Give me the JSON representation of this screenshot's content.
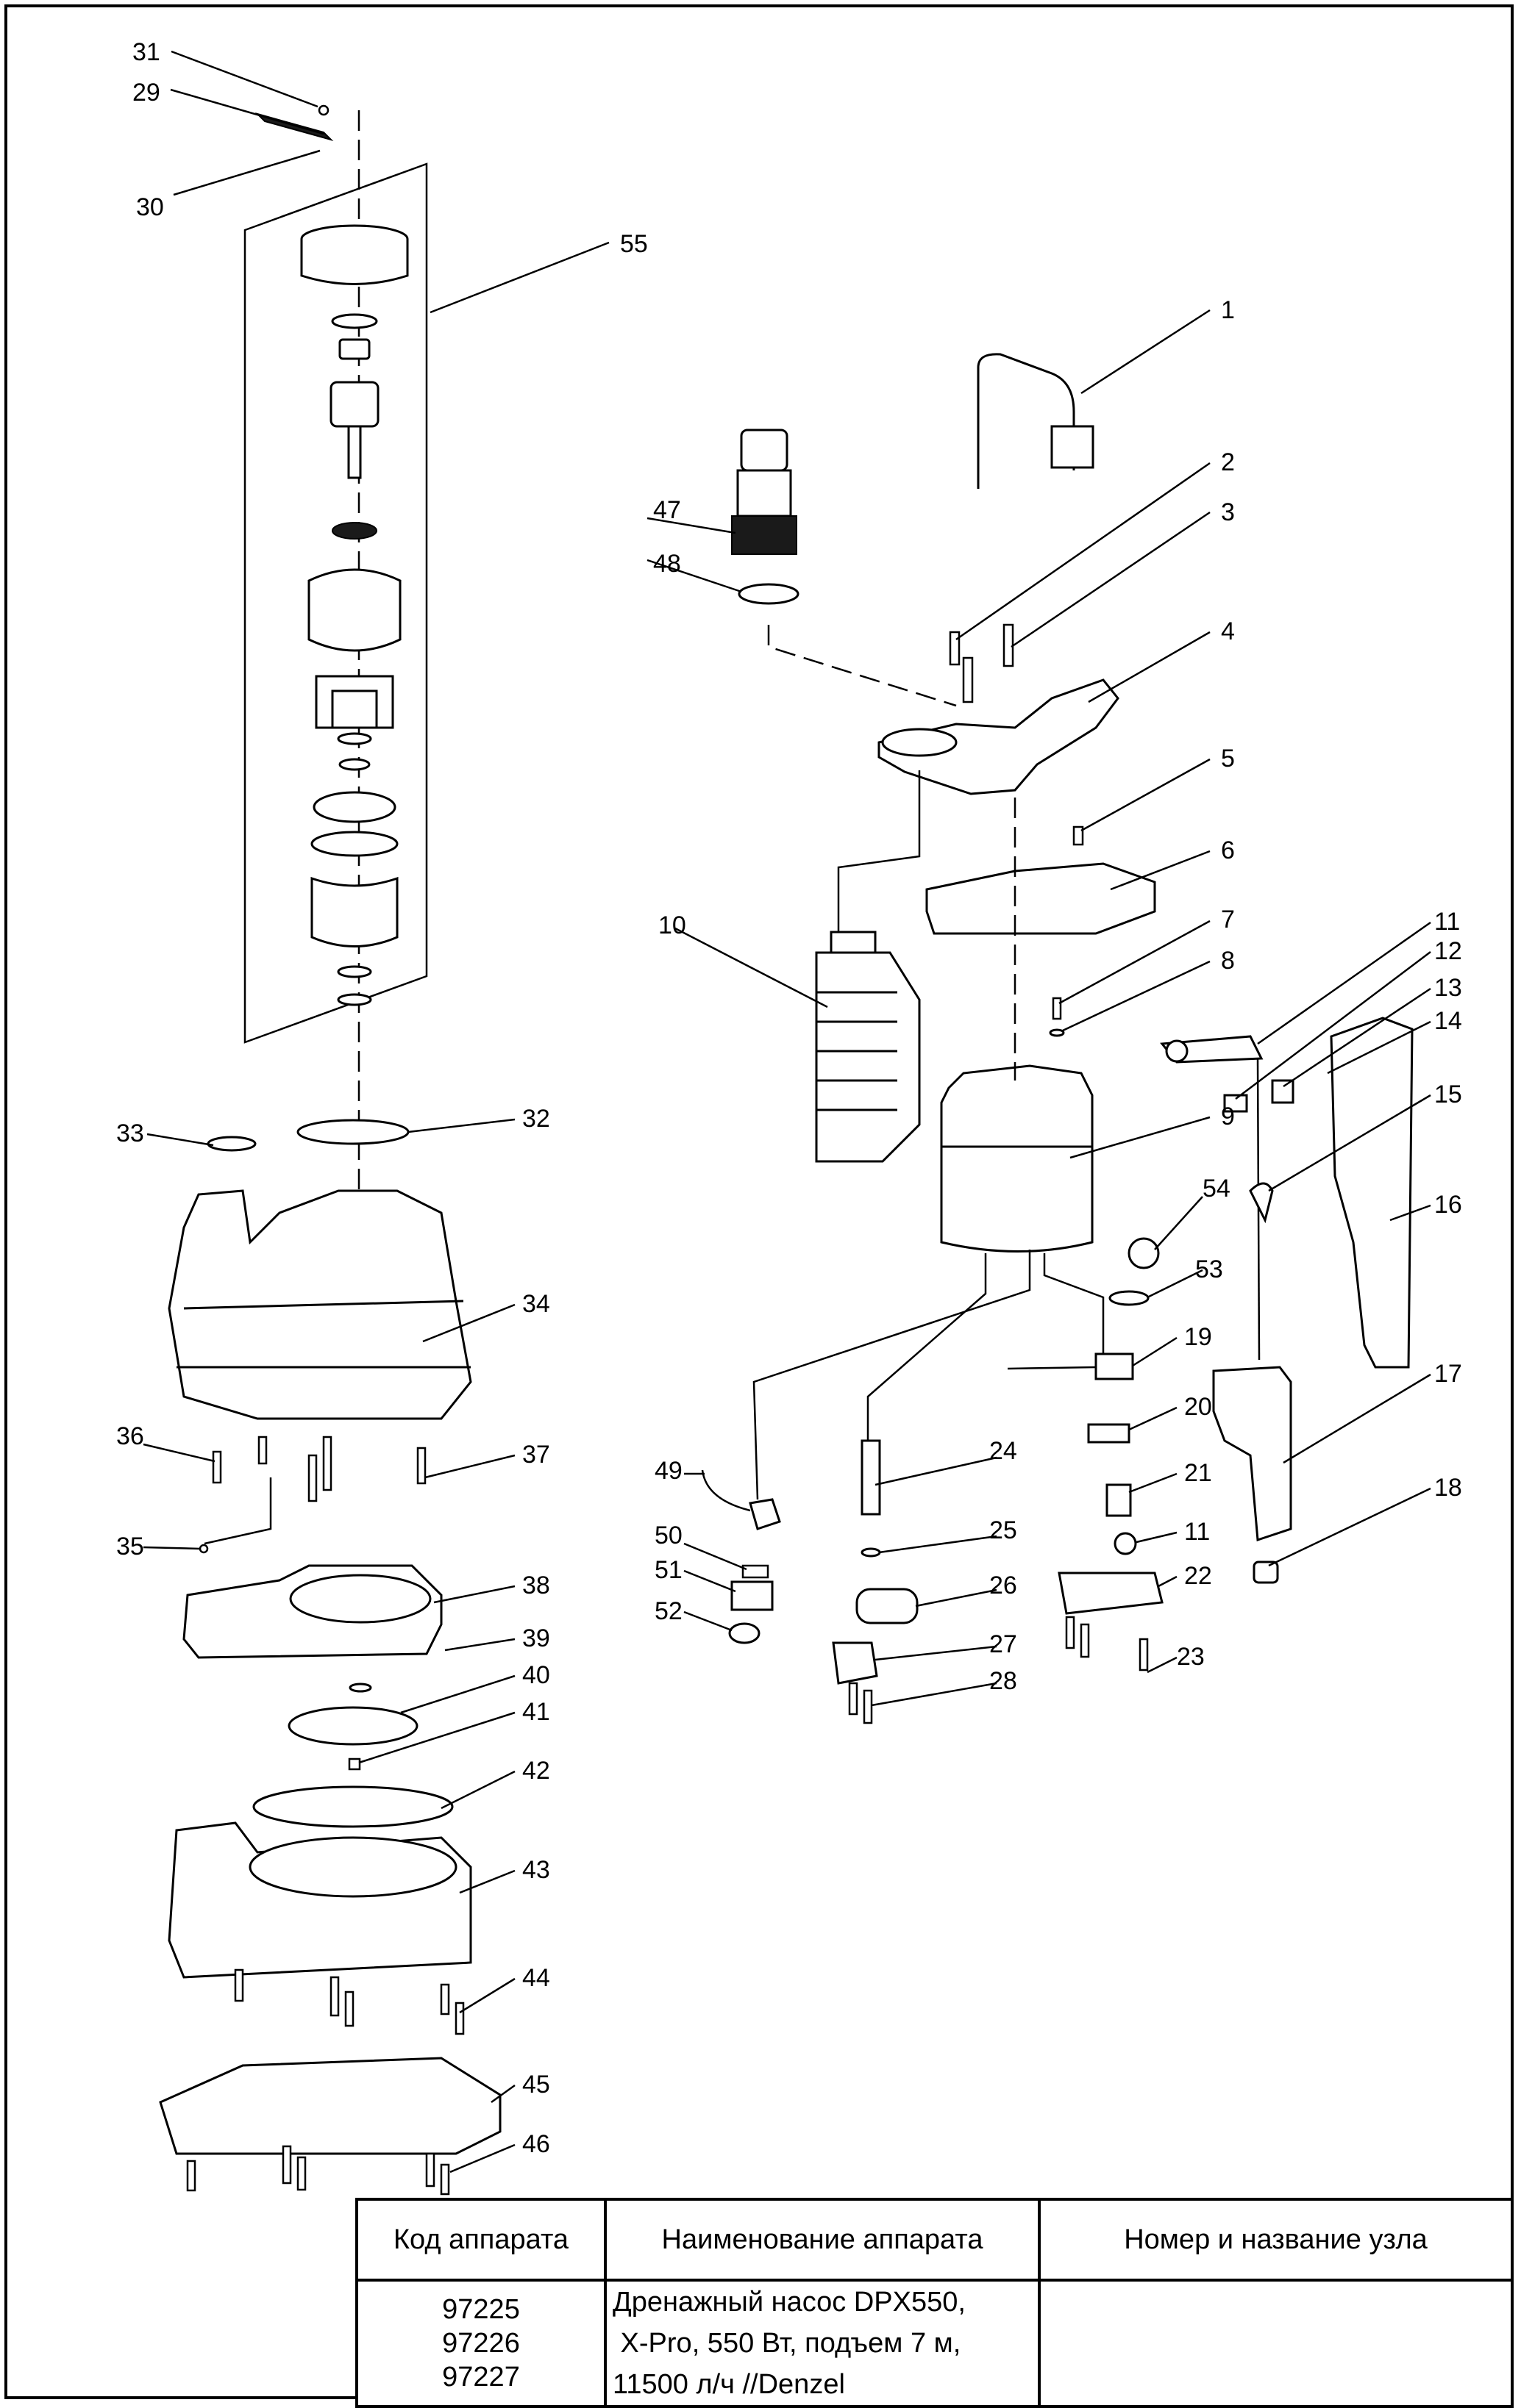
{
  "part_labels": [
    "1",
    "2",
    "3",
    "4",
    "5",
    "6",
    "7",
    "8",
    "9",
    "10",
    "11",
    "12",
    "13",
    "14",
    "15",
    "16",
    "17",
    "18",
    "19",
    "20",
    "21",
    "22",
    "23",
    "24",
    "25",
    "26",
    "27",
    "28",
    "29",
    "30",
    "31",
    "32",
    "33",
    "34",
    "35",
    "36",
    "37",
    "38",
    "39",
    "40",
    "41",
    "42",
    "43",
    "44",
    "45",
    "46",
    "47",
    "48",
    "49",
    "50",
    "51",
    "52",
    "53",
    "54",
    "55"
  ],
  "duplicate_label": "11",
  "table": {
    "headers": {
      "code": "Код аппарата",
      "name": "Наименование аппарата",
      "node": "Номер и название узла"
    },
    "codes": [
      "97225",
      "97226",
      "97227"
    ],
    "name_lines": [
      "Дренажный насос DPX550,",
      " X-Pro, 550 Вт, подъем 7 м,",
      "11500 л/ч //Denzel"
    ],
    "node": ""
  }
}
